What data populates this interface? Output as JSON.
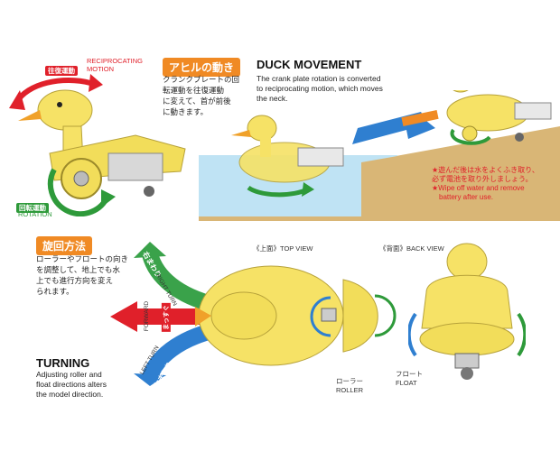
{
  "top": {
    "reciprocating_ja": "往復運動",
    "reciprocating_en_1": "RECIPROCATING",
    "reciprocating_en_2": "MOTION",
    "rotation_ja": "回転運動",
    "rotation_en": "ROTATION",
    "duck_title_ja": "アヒルの動き",
    "duck_text_ja_1": "クランクプレートの回",
    "duck_text_ja_2": "転運動を往復運動",
    "duck_text_ja_3": "に変えて、首が前後",
    "duck_text_ja_4": "に動きます。",
    "duck_title_en": "DUCK MOVEMENT",
    "duck_text_en_1": "The crank plate rotation is converted",
    "duck_text_en_2": "to reciprocating motion, which moves",
    "duck_text_en_3": "the neck.",
    "warning_ja_1": "★遊んだ後は水をよくふき取り、",
    "warning_ja_2": "必ず電池を取り外しましょう。",
    "warning_en_1": "★Wipe off water and remove",
    "warning_en_2": "battery after use."
  },
  "bottom": {
    "turning_title_ja": "旋回方法",
    "turning_text_ja_1": "ローラーやフロートの向き",
    "turning_text_ja_2": "を調整して、地上でも水",
    "turning_text_ja_3": "上でも進行方向を変え",
    "turning_text_ja_4": "られます。",
    "turning_title_en": "TURNING",
    "turning_text_en_1": "Adjusting roller and",
    "turning_text_en_2": "float directions alters",
    "turning_text_en_3": "the model direction.",
    "right_turn_ja": "右まわり",
    "right_turn_en": "RIGHT TURN",
    "forward_ja": "まっすぐ",
    "forward_en": "FORWARD",
    "left_turn_ja": "左まわり",
    "left_turn_en": "LEFT TURN",
    "top_view": "《上面》TOP VIEW",
    "back_view": "《背面》BACK VIEW",
    "roller_ja": "ローラー",
    "roller_en": "ROLLER",
    "float_ja": "フロート",
    "float_en": "FLOAT"
  },
  "colors": {
    "orange": "#f08a24",
    "red": "#e0202a",
    "green": "#2e9a3a",
    "blue": "#2f7fd0",
    "duck_yellow": "#f6e266",
    "water": "#bfe3f4",
    "sand": "#d9b676"
  }
}
